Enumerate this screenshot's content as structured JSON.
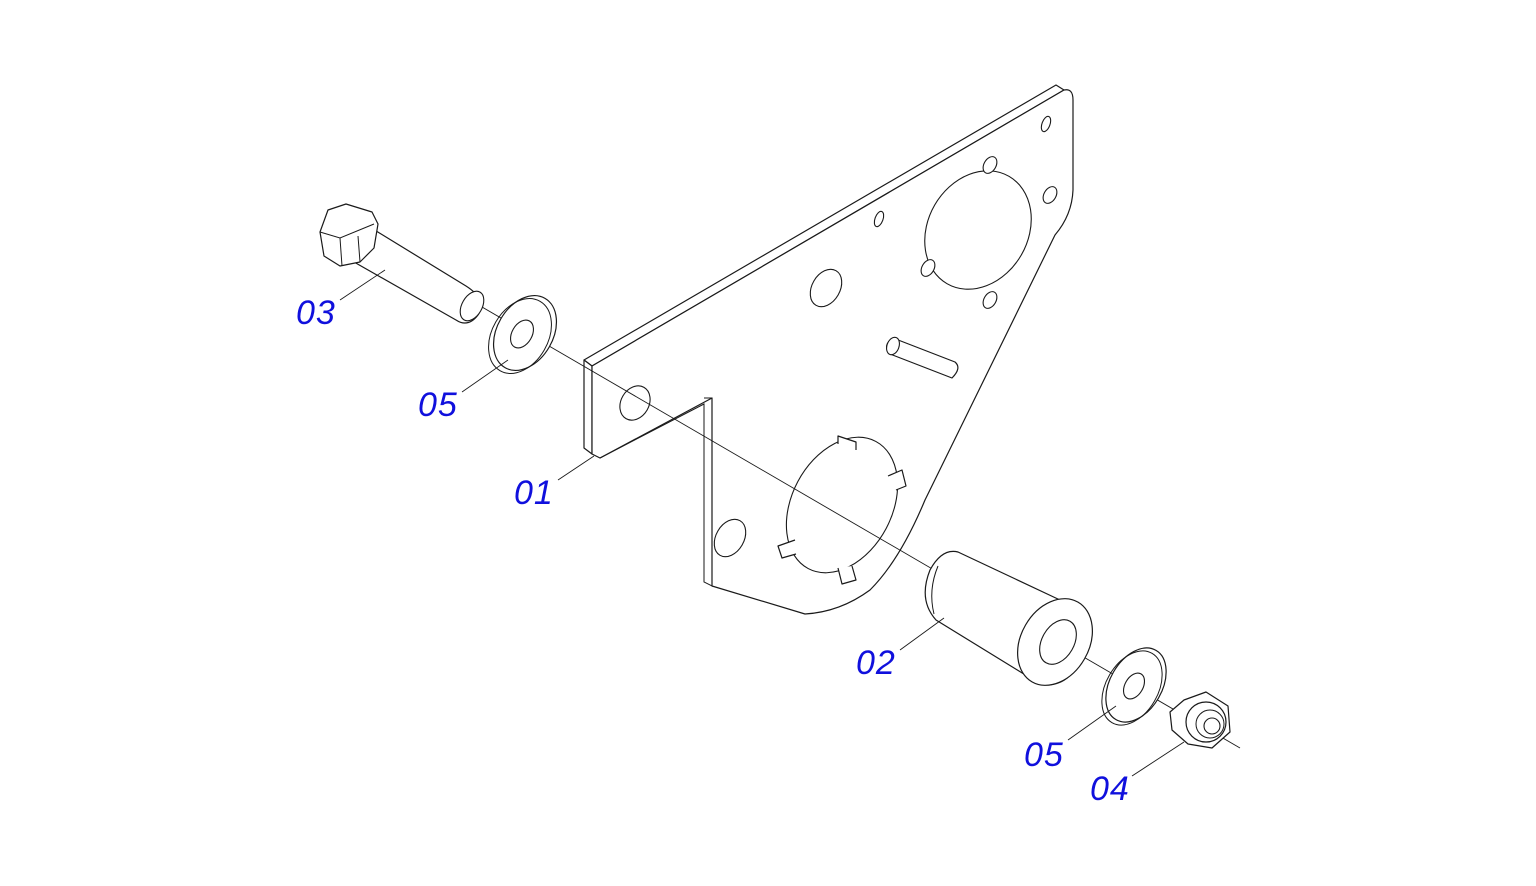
{
  "diagram": {
    "accent_color": "#1010dd",
    "line_color": "#1a1a1a",
    "callouts": [
      {
        "id": "01",
        "text": "01"
      },
      {
        "id": "02",
        "text": "02"
      },
      {
        "id": "03",
        "text": "03"
      },
      {
        "id": "04",
        "text": "04"
      },
      {
        "id": "05a",
        "text": "05"
      },
      {
        "id": "05b",
        "text": "05"
      }
    ]
  }
}
